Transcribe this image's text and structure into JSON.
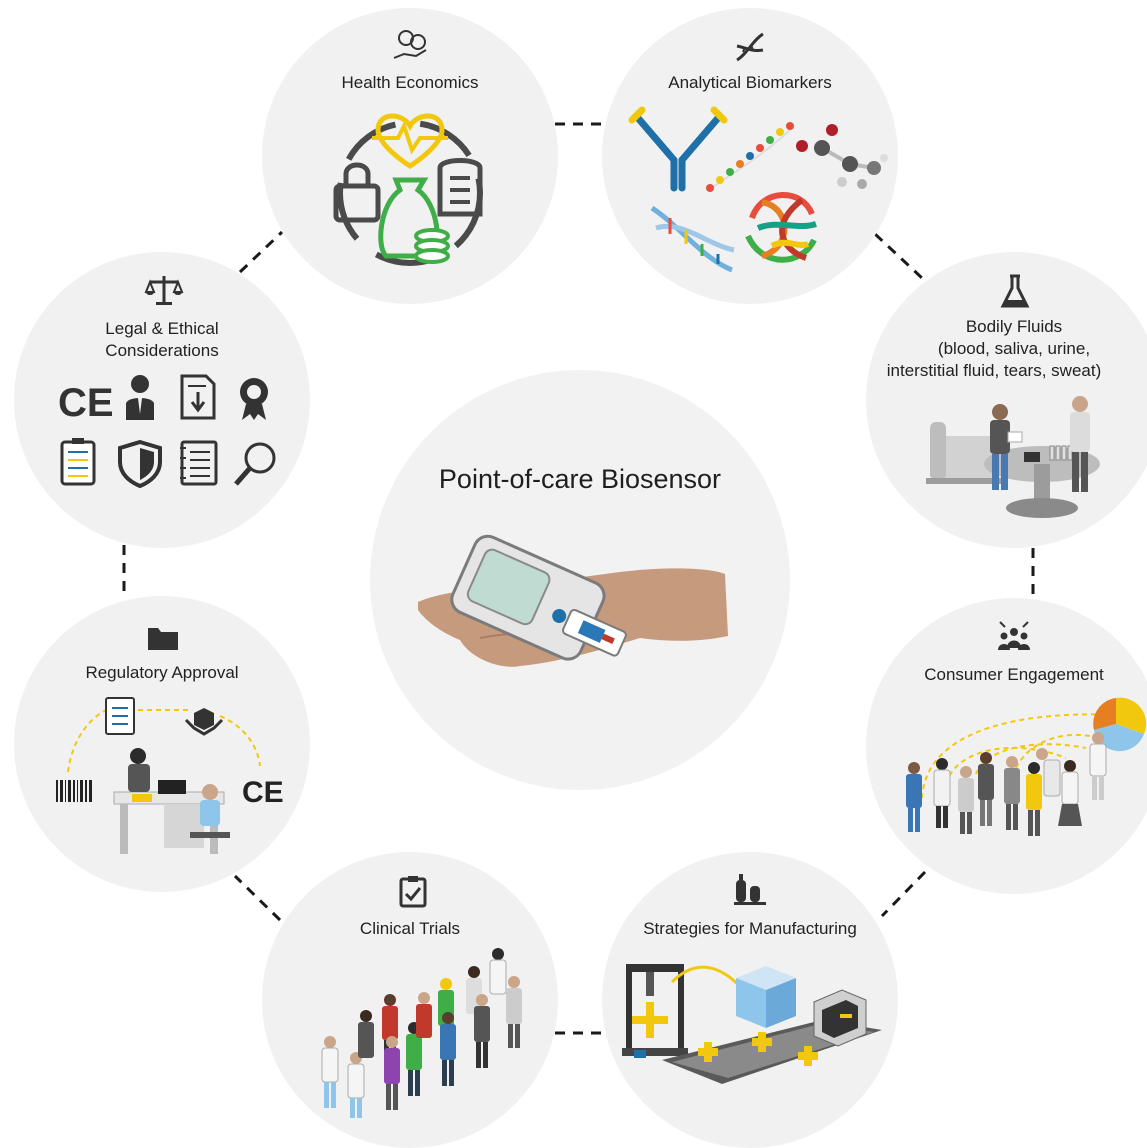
{
  "center": {
    "title": "Point-of-care Biosensor",
    "illustration": "handheld-glucose-meter-in-hand"
  },
  "nodes": {
    "health_economics": {
      "label": "Health Economics",
      "icon": "money-care-icon"
    },
    "analytical_biomarkers": {
      "label": "Analytical Biomarkers",
      "icon": "dna-icon"
    },
    "bodily_fluids": {
      "label_line1": "Bodily Fluids",
      "label_line2": "(blood, saliva, urine,",
      "label_line3": "interstitial fluid, tears, sweat)",
      "icon": "flask-icon"
    },
    "consumer_engagement": {
      "label": "Consumer Engagement",
      "icon": "people-group-icon"
    },
    "manufacturing": {
      "label": "Strategies for Manufacturing",
      "icon": "factory-tanks-icon"
    },
    "clinical_trials": {
      "label": "Clinical Trials",
      "icon": "checklist-icon"
    },
    "regulatory_approval": {
      "label": "Regulatory Approval",
      "icon": "folder-icon"
    },
    "legal_ethical": {
      "label_line1": "Legal & Ethical",
      "label_line2": "Considerations",
      "icon": "scales-icon"
    }
  },
  "marks": {
    "ce_mark": "CE"
  },
  "colors": {
    "circle_fill": "#f1f1f1",
    "accent_yellow": "#f2c80f",
    "accent_green": "#3fae49",
    "accent_blue": "#1f6fa8",
    "icon_dark": "#3a3a3a",
    "skin": "#c79a7e"
  }
}
